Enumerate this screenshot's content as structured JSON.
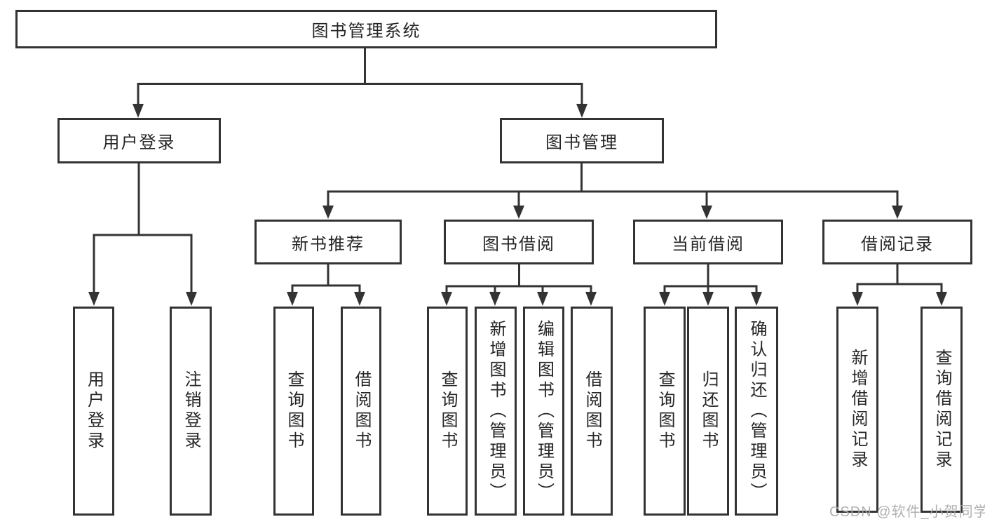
{
  "diagram": {
    "root": {
      "label": "图书管理系统"
    },
    "branches": [
      {
        "label": "用户登录",
        "children": [
          {
            "label": "用户登录"
          },
          {
            "label": "注销登录"
          }
        ]
      },
      {
        "label": "图书管理",
        "children": [
          {
            "label": "新书推荐",
            "children": [
              {
                "label": "查询图书"
              },
              {
                "label": "借阅图书"
              }
            ]
          },
          {
            "label": "图书借阅",
            "children": [
              {
                "label": "查询图书"
              },
              {
                "label": "新增图书（管理员）"
              },
              {
                "label": "编辑图书（管理员）"
              },
              {
                "label": "借阅图书"
              }
            ]
          },
          {
            "label": "当前借阅",
            "children": [
              {
                "label": "查询图书"
              },
              {
                "label": "归还图书"
              },
              {
                "label": "确认归还（管理员）"
              }
            ]
          },
          {
            "label": "借阅记录",
            "children": [
              {
                "label": "新增借阅记录"
              },
              {
                "label": "查询借阅记录"
              }
            ]
          }
        ]
      }
    ]
  },
  "watermark": {
    "text": "CSDN @软件_小贺同学"
  },
  "colors": {
    "line": "#333333",
    "text": "#262626",
    "background": "#ffffff",
    "watermark": "#a8a8a8"
  }
}
